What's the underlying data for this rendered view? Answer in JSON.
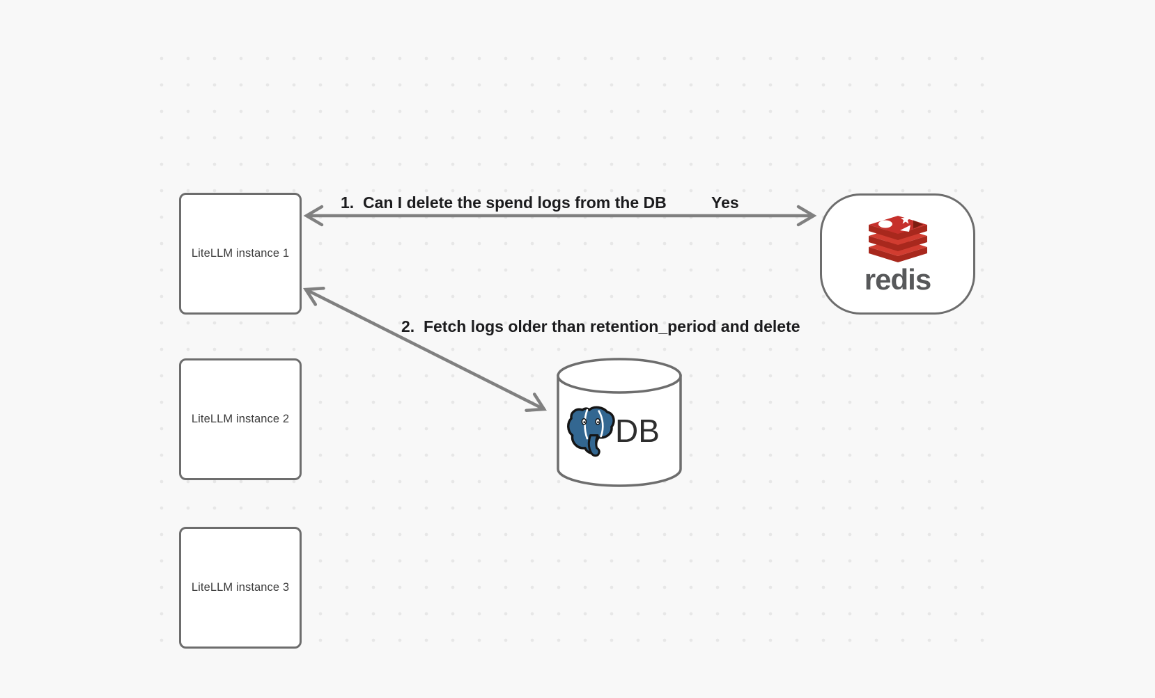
{
  "canvas": {
    "background_color": "#f8f8f8",
    "dot_color": "#e7e7e7"
  },
  "nodes": {
    "litellm_instances": [
      {
        "label": "LiteLLM instance 1"
      },
      {
        "label": "LiteLLM instance 2"
      },
      {
        "label": "LiteLLM instance 3"
      }
    ],
    "redis": {
      "wordmark": "redis",
      "icon": "redis-logo-icon",
      "brand_red": "#c6302b",
      "wordmark_color": "#57585a"
    },
    "db": {
      "label": "DB",
      "icon": "postgresql-elephant-icon",
      "postgres_blue": "#336791"
    }
  },
  "edges": {
    "edge1": {
      "label": "1.  Can I delete the spend logs from the DB",
      "response": "Yes"
    },
    "edge2": {
      "label": "2.  Fetch logs older than retention_period and delete"
    }
  },
  "colors": {
    "node_border": "#6d6d6d",
    "arrow": "#808080",
    "label_text": "#1c1c1e",
    "node_text": "#3c3c3c"
  }
}
